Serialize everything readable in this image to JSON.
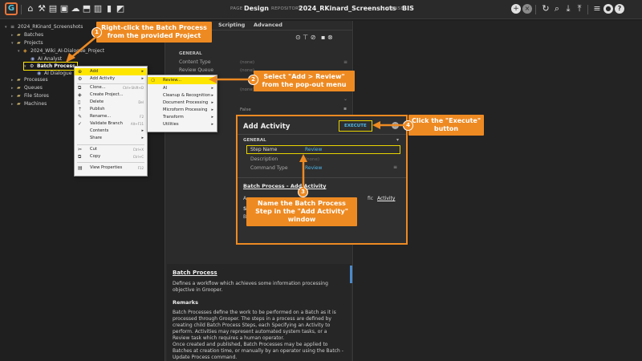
{
  "topbar": {
    "page_label": "PAGE",
    "page_value": "Design",
    "repo_label": "REPOSITORY",
    "repo_value": "2024_RKinard_Screenshots",
    "license_label": "LICENSE",
    "license_value": "BIS"
  },
  "tree": {
    "root": "2024_RKinard_Screenshots",
    "batches": "Batches",
    "projects": "Projects",
    "project": "2024_Wiki_AI-Dialogue_Project",
    "ai_analyst": "AI Analyst",
    "batch_process": "Batch Process",
    "ai_dialogue": "AI Dialogue",
    "processes": "Processes",
    "queues": "Queues",
    "file_stores": "File Stores",
    "machines": "Machines"
  },
  "center": {
    "tab_scripting": "Scripting",
    "tab_advanced": "Advanced",
    "general_header": "GENERAL",
    "content_type_label": "Content Type",
    "content_type_value": "(none)",
    "review_queue_label": "Review Queue",
    "review_queue_value": "(none)",
    "none_value_3": "(none)",
    "false_value": "False"
  },
  "context_menu": {
    "items": [
      {
        "label": "Add",
        "key": "",
        "arrow": "▸"
      },
      {
        "label": "Add Activity",
        "key": "",
        "arrow": "▸"
      },
      {
        "label": "Clone...",
        "key": "Ctrl+Shift+D",
        "arrow": ""
      },
      {
        "label": "Create Project...",
        "key": "",
        "arrow": ""
      },
      {
        "label": "Delete",
        "key": "Del",
        "arrow": ""
      },
      {
        "label": "Publish",
        "key": "",
        "arrow": ""
      },
      {
        "label": "Rename...",
        "key": "F2",
        "arrow": ""
      },
      {
        "label": "Validate Branch",
        "key": "Alt+F11",
        "arrow": ""
      },
      {
        "label": "Contents",
        "key": "",
        "arrow": "▸"
      },
      {
        "label": "Share",
        "key": "",
        "arrow": "▸"
      },
      {
        "label": "Cut",
        "key": "Ctrl+X",
        "arrow": ""
      },
      {
        "label": "Copy",
        "key": "Ctrl+C",
        "arrow": ""
      },
      {
        "label": "View Properties",
        "key": "F12",
        "arrow": ""
      }
    ]
  },
  "submenu": {
    "items": [
      {
        "label": "Review..."
      },
      {
        "label": "AI"
      },
      {
        "label": "Cleanup & Recognition"
      },
      {
        "label": "Document Processing"
      },
      {
        "label": "Microform Processing"
      },
      {
        "label": "Transform"
      },
      {
        "label": "Utilities"
      }
    ]
  },
  "callouts": {
    "c1": "Right-click the Batch Process from the provided Project",
    "c2": "Select \"Add > Review\" from the pop-out menu",
    "c3": "Name the Batch Process Step in the \"Add Activity\" window",
    "c4": "Click the \"Execute\" button",
    "n1": "1",
    "n2": "2",
    "n3": "3",
    "n4": "4"
  },
  "dialog": {
    "title": "Add Activity",
    "execute": "EXECUTE",
    "general": "GENERAL",
    "step_name_label": "Step Name",
    "step_name_value": "Review",
    "description_label": "Description",
    "description_value": "(none)",
    "command_type_label": "Command Type",
    "command_type_value": "Review",
    "help_title": "Batch Process - Add Activity",
    "help_link": "Activity",
    "help_letter_a": "A",
    "help_fic": "fic",
    "help_letter_s": "S",
    "help_letter_b": "B"
  },
  "help": {
    "title": "Batch Process",
    "intro": "Defines a workflow which achieves some information processing objective in Grooper.",
    "remarks": "Remarks",
    "p1": "Batch Processes define the work to be performed on a Batch as it is processed through Grooper. The steps in a process are defined by creating child Batch Process Steps, each Specifying an Activity to perform. Activities may represent automated system tasks, or a Review task which requires a human operator.",
    "p2": "Once created and published, Batch Processes may be applied to Batches at creation time, or manually by an operator using the Batch - Update Process command."
  },
  "colors": {
    "accent": "#ee8a22",
    "highlight": "#ffe600",
    "link": "#4db6e8"
  }
}
